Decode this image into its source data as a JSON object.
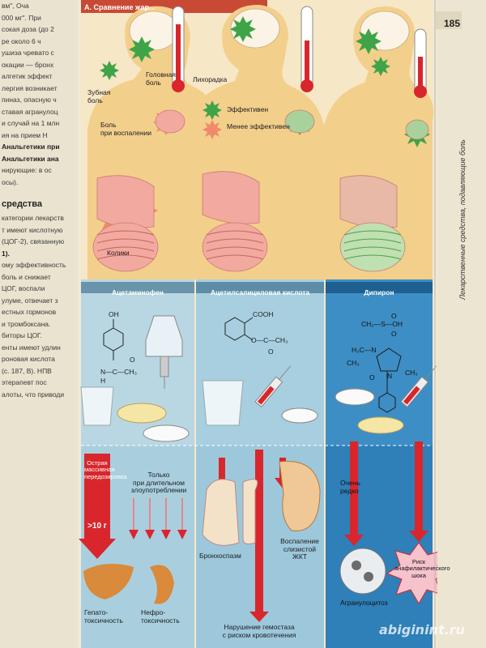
{
  "page": {
    "number": "185",
    "side_title": "Лекарственные средства, подавляющие боль"
  },
  "figure": {
    "title": "A. Сравнение жар..."
  },
  "left_page": {
    "lines": [
      {
        "t": "вм\", Оча",
        "b": false
      },
      {
        "t": "000 мг\". При",
        "b": false
      },
      {
        "t": "сокая доза (до 2",
        "b": false
      },
      {
        "t": "ре около 6 ч",
        "b": false
      },
      {
        "t": "ушиза чревато с",
        "b": false
      },
      {
        "t": "окации — бронх",
        "b": false
      },
      {
        "t": "алгетик эффект",
        "b": false
      },
      {
        "t": "лергия возникает",
        "b": false
      },
      {
        "t": "пиназ, опасную ч",
        "b": false
      },
      {
        "t": "ставая агранулоц",
        "b": false
      },
      {
        "t": "и случай на 1 млн",
        "b": false
      },
      {
        "t": "ия на прием Н",
        "b": false
      },
      {
        "t": "Анальгетики при",
        "b": true
      },
      {
        "t": "Анальгетики ана",
        "b": true
      },
      {
        "t": "нирующие: в ос",
        "b": false
      },
      {
        "t": "осы).",
        "b": false
      },
      {
        "t": "средства",
        "b": true,
        "hdr": true
      },
      {
        "t": "категории лекарств",
        "b": false
      },
      {
        "t": "т имеют кислотную",
        "b": false
      },
      {
        "t": "(ЦОГ-2), связанную",
        "b": false
      },
      {
        "t": "1).",
        "b": true
      },
      {
        "t": "ому эффективность",
        "b": false
      },
      {
        "t": "боль и снижает",
        "b": false
      },
      {
        "t": "ЦОГ, воспали",
        "b": false
      },
      {
        "t": "улуме, отвечает з",
        "b": false
      },
      {
        "t": "естных гормонов",
        "b": false
      },
      {
        "t": "и тромбоксана.",
        "b": false
      },
      {
        "t": "биторы ЦОГ.",
        "b": false
      },
      {
        "t": "енты имеют удлин",
        "b": false
      },
      {
        "t": "роновая кислота",
        "b": false
      },
      {
        "t": "(с. 187, В). НПВ",
        "b": false
      },
      {
        "t": "этерапевт пос",
        "b": false
      },
      {
        "t": "алоты, что приводи",
        "b": false
      }
    ]
  },
  "top_labels": {
    "headache": "Головная\nболь",
    "fever": "Лихорадка",
    "toothache": "Зубная\nболь",
    "inflam_pain": "Боль\nпри воспалении",
    "colic": "Колики",
    "legend_effective": "Эффективен",
    "legend_less": "Менее эффективен"
  },
  "drugs": [
    "Ацетаминофен",
    "Ацетилсалициловая кислота",
    "Дипирон"
  ],
  "chem": {
    "a_oh": "OH",
    "a_amide": "N—C—CH₃",
    "a_h": "H",
    "a_o": "O",
    "b_cooh": "COOH",
    "b_ester": "O—C—CH₃",
    "b_o": "O",
    "c_top": "CH₂—S—OH",
    "c_o1": "O",
    "c_o2": "O",
    "c_ch3a": "H₃C—N",
    "c_ch3b": "CH₃",
    "c_n1": "N",
    "c_ch3c": "CH₃",
    "c_o3": "O"
  },
  "bottom_labels": {
    "acute": "Острая\nмассивная\nпередозировка",
    "dose": ">10 г",
    "chronic": "Только\nпри длительном\nзлоупотреблении",
    "hepato": "Гепато-\nтоксичность",
    "nephro": "Нефро-\nтоксичность",
    "broncho": "Бронхоспазм",
    "gi": "Воспаление\nслизистой ЖКТ",
    "hemostasis": "Нарушение гемостаза\nс риском кровотечения",
    "rare": "Очень\nредко",
    "agranulocytosis": "Агранулоцитоз",
    "shock": "Риск\nанафилактического\nшока"
  },
  "watermark": "abiginint.ru",
  "colors": {
    "body": "#f3cf8c",
    "panel_blue": "#9ecbe0",
    "panel_dark_blue": "#3d8ec4",
    "red_arrow": "#d8262c",
    "green_star": "#3fa447",
    "organ_pink": "#f2a9a0"
  }
}
